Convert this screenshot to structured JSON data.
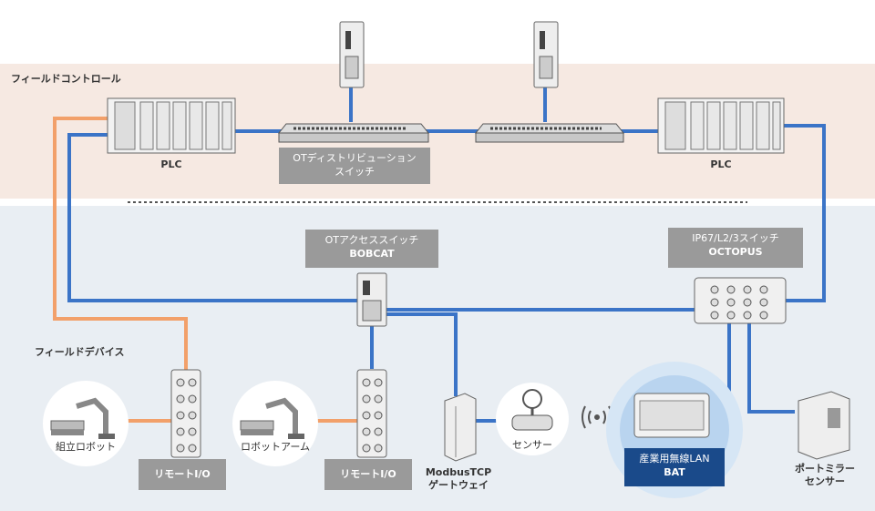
{
  "zones": {
    "field_control": "フィールドコントロール",
    "field_devices": "フィールドデバイス"
  },
  "labels": {
    "plc_left": "PLC",
    "plc_right": "PLC",
    "ot_dist_line1": "OTディストリビューション",
    "ot_dist_line2": "スイッチ",
    "ot_access_line1": "OTアクセススイッチ",
    "ot_access_line2": "BOBCAT",
    "ip67_line1": "IP67/L2/3スイッチ",
    "ip67_line2": "OCTOPUS",
    "assembly_robot": "組立ロボット",
    "robot_arm": "ロボットアーム",
    "remote_io_1": "リモートI/O",
    "remote_io_2": "リモートI/O",
    "modbus_line1": "ModbusTCP",
    "modbus_line2": "ゲートウェイ",
    "sensor": "センサー",
    "wlan_line1": "産業用無線LAN",
    "wlan_line2": "BAT",
    "port_mirror_line1": "ポートミラー",
    "port_mirror_line2": "センサー"
  },
  "colors": {
    "control_band": "#f6e9e2",
    "device_band": "#e9eef3",
    "ethernet": "#3b74c7",
    "serial": "#f2a06a",
    "tag_gray": "#9a9a9a",
    "tag_blue": "#1a4a8a"
  }
}
